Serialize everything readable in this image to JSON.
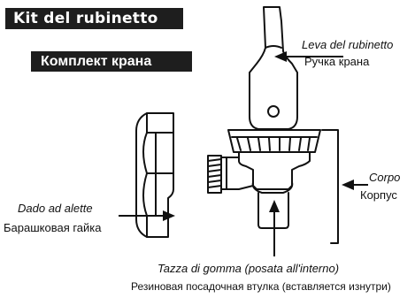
{
  "headings": {
    "italian": "Kit del rubinetto",
    "russian": "Комплект крана"
  },
  "labels": {
    "lever": {
      "italian": "Leva del rubinetto",
      "russian": "Ручка крана"
    },
    "body": {
      "italian": "Corpo",
      "russian": "Корпус"
    },
    "wing_nut": {
      "italian": "Dado ad alette",
      "russian": "Барашковая гайка"
    },
    "rubber_cup": {
      "italian": "Tazza di gomma (posata all'interno)",
      "russian": "Резиновая посадочная втулка (вставляется изнутри)"
    }
  },
  "colors": {
    "ink": "#111111",
    "heading_bg": "#1e1e1e",
    "heading_text": "#ffffff"
  }
}
